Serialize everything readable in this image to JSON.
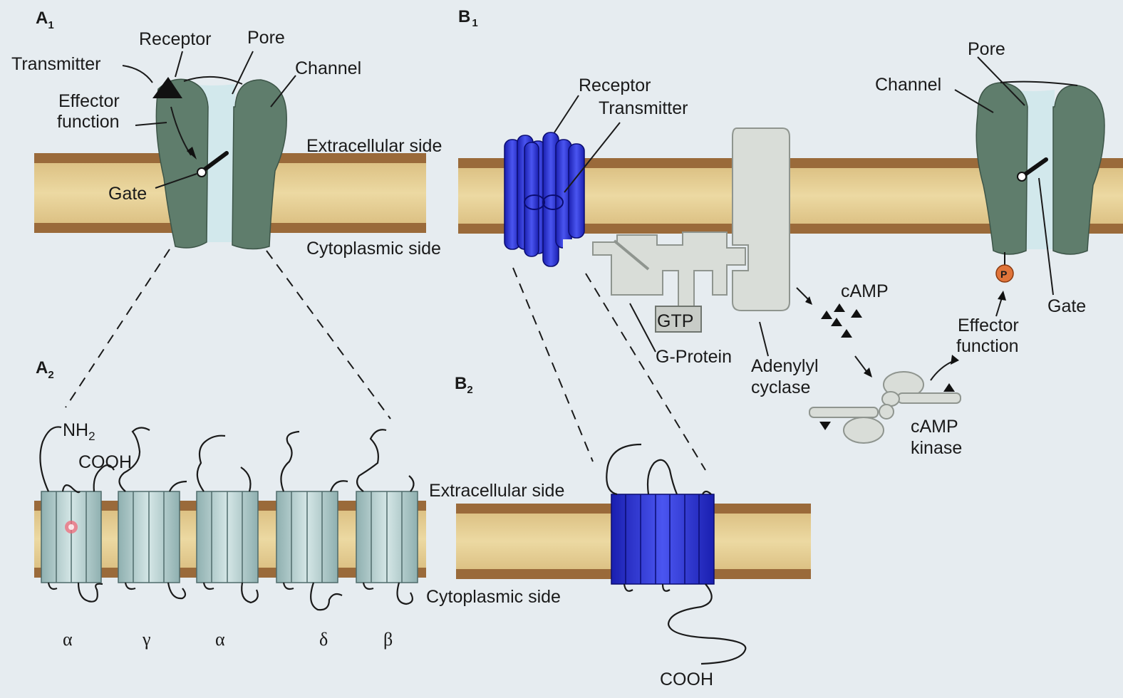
{
  "panels": {
    "a1": {
      "letter": "A",
      "sub": "1"
    },
    "a2": {
      "letter": "A",
      "sub": "2"
    },
    "b1": {
      "letter": "B",
      "sub": "1"
    },
    "b2": {
      "letter": "B",
      "sub": "2"
    }
  },
  "a1_labels": {
    "transmitter": "Transmitter",
    "receptor": "Receptor",
    "pore": "Pore",
    "channel": "Channel",
    "effector_line1": "Effector",
    "effector_line2": "function",
    "gate": "Gate",
    "extracellular": "Extracellular side",
    "cytoplasmic": "Cytoplasmic side"
  },
  "b1_labels": {
    "receptor": "Receptor",
    "transmitter": "Transmitter",
    "gtp": "GTP",
    "g_protein": "G-Protein",
    "adenylyl_line1": "Adenylyl",
    "adenylyl_line2": "cyclase",
    "camp": "cAMP",
    "kinase_line1": "cAMP",
    "kinase_line2": "kinase",
    "effector_line1": "Effector",
    "effector_line2": "function",
    "channel": "Channel",
    "pore": "Pore",
    "gate": "Gate",
    "phospho": "P"
  },
  "a2_labels": {
    "nh2": "NH",
    "nh2_sub": "2",
    "cooh": "COOH",
    "extracellular": "Extracellular side",
    "cytoplasmic": "Cytoplasmic side",
    "subunits": [
      "α",
      "γ",
      "α",
      "δ",
      "β"
    ]
  },
  "b2_labels": {
    "cooh": "COOH"
  },
  "colors": {
    "membrane_core": "#dfc78a",
    "membrane_edge": "#9a6a3a",
    "channel": "#5f7d6c",
    "pore": "#cfe6ea",
    "receptor_blue": "#2a2fd0",
    "gray_protein": "#d9ddd8",
    "helix_gray": "#a9c2c2",
    "phospho": "#e0743a"
  }
}
